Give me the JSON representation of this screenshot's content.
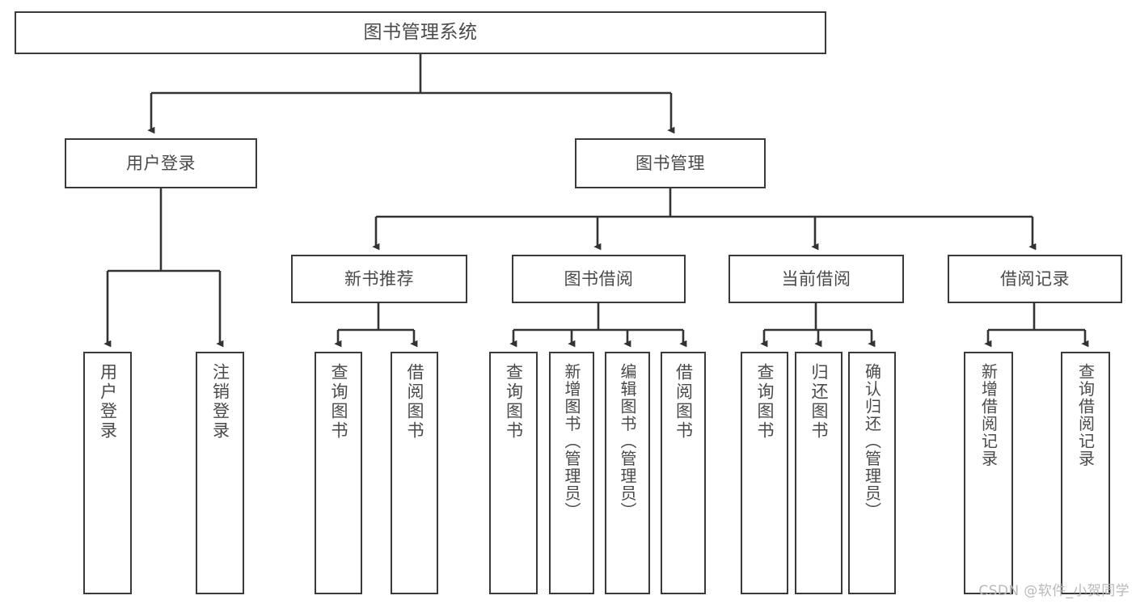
{
  "diagram": {
    "title": "图书管理系统",
    "type": "tree-hierarchy-chart",
    "colors": {
      "box_border": "#3a3a3a",
      "box_fill": "#ffffff",
      "text": "#4a4a4a",
      "edge": "#333333",
      "watermark": "#b9b9b9",
      "background": "#ffffff"
    },
    "root": {
      "label": "图书管理系统"
    },
    "level2": [
      {
        "label": "用户登录"
      },
      {
        "label": "图书管理"
      }
    ],
    "level3": [
      {
        "label": "新书推荐"
      },
      {
        "label": "图书借阅"
      },
      {
        "label": "当前借阅"
      },
      {
        "label": "借阅记录"
      }
    ],
    "leaves": {
      "user_login": [
        {
          "label": "用户登录"
        },
        {
          "label": "注销登录"
        }
      ],
      "new_book_recommend": [
        {
          "label": "查询图书"
        },
        {
          "label": "借阅图书"
        }
      ],
      "book_borrow": [
        {
          "label": "查询图书"
        },
        {
          "label": "新增图书（管理员）"
        },
        {
          "label": "编辑图书（管理员）"
        },
        {
          "label": "借阅图书"
        }
      ],
      "current_borrow": [
        {
          "label": "查询图书"
        },
        {
          "label": "归还图书"
        },
        {
          "label": "确认归还（管理员）"
        }
      ],
      "borrow_record": [
        {
          "label": "新增借阅记录"
        },
        {
          "label": "查询借阅记录"
        }
      ]
    }
  },
  "watermark": {
    "text": "CSDN @软件_小贺同学"
  }
}
